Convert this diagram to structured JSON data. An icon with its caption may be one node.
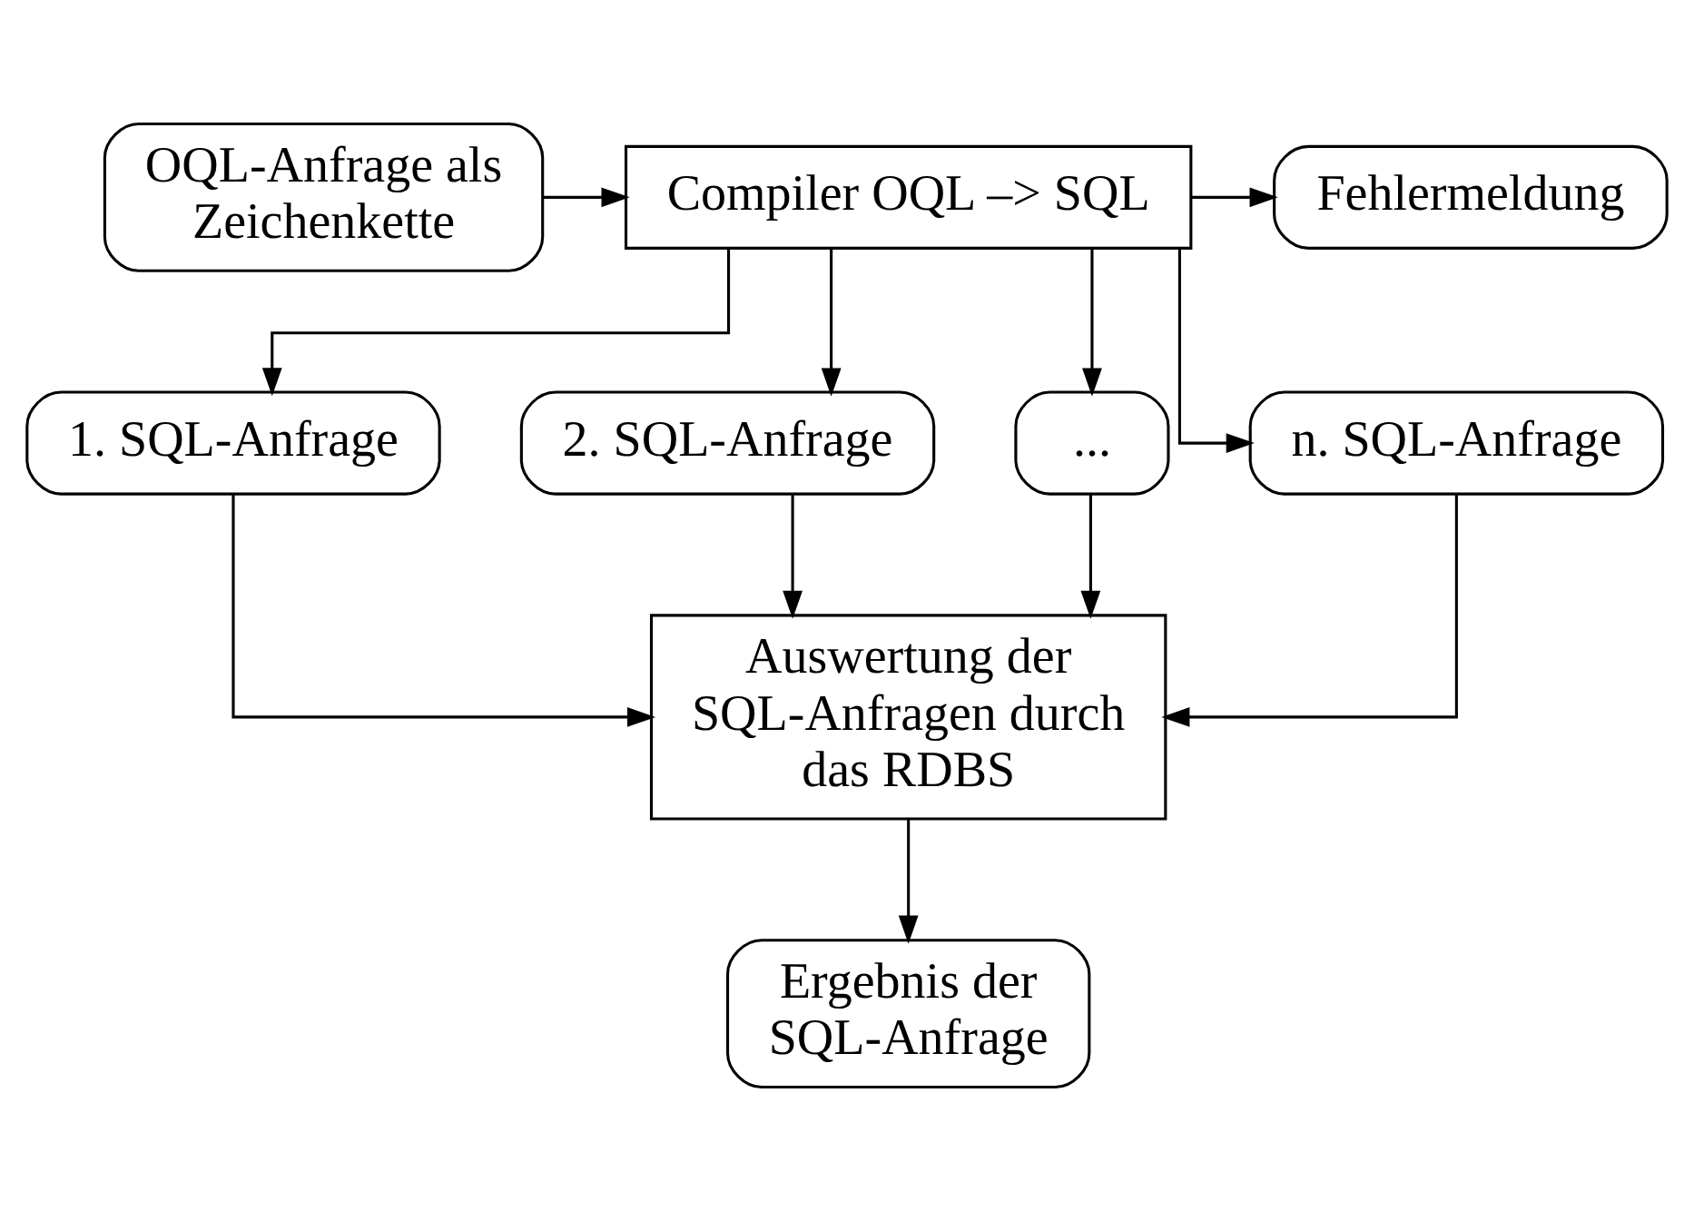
{
  "diagram": {
    "nodes": [
      {
        "text": [
          "OQL-Anfrage als Zeichenkette"
        ]
      },
      {
        "text": [
          "Compiler OQL –> SQL"
        ]
      },
      {
        "text": [
          "Fehlermeldung"
        ]
      },
      {
        "text": [
          "1. SQL-Anfrage"
        ]
      },
      {
        "text": [
          "2. SQL-Anfrage"
        ]
      },
      {
        "text": [
          "..."
        ]
      },
      {
        "text": [
          "n. SQL-Anfrage"
        ]
      },
      {
        "text": [
          "Auswertung der SQL-Anfragen durch das RDBS"
        ]
      },
      {
        "text": [
          "Ergebnis der SQL-Anfrage"
        ]
      }
    ],
    "edges": [
      {
        "from": 0,
        "to": 1,
        "arrow": "to"
      },
      {
        "from": 1,
        "to": 2,
        "arrow": "to"
      },
      {
        "from": 1,
        "to": 3,
        "arrow": "to"
      },
      {
        "from": 1,
        "to": 4,
        "arrow": "to"
      },
      {
        "from": 1,
        "to": 5,
        "arrow": "to"
      },
      {
        "from": 1,
        "to": 6,
        "arrow": "to"
      },
      {
        "from": 3,
        "to": 7,
        "arrow": "to"
      },
      {
        "from": 4,
        "to": 7,
        "arrow": "to"
      },
      {
        "from": 5,
        "to": 7,
        "arrow": "to"
      },
      {
        "from": 6,
        "to": 7,
        "arrow": "to"
      },
      {
        "from": 7,
        "to": 8,
        "arrow": "to"
      }
    ]
  }
}
